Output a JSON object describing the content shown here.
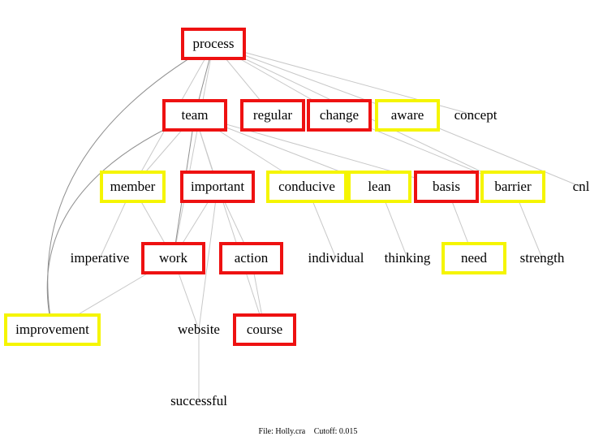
{
  "diagram": {
    "nodes": [
      {
        "id": "process",
        "label": "process",
        "color": "red"
      },
      {
        "id": "team",
        "label": "team",
        "color": "red"
      },
      {
        "id": "regular",
        "label": "regular",
        "color": "red"
      },
      {
        "id": "change",
        "label": "change",
        "color": "red"
      },
      {
        "id": "aware",
        "label": "aware",
        "color": "yellow"
      },
      {
        "id": "concept",
        "label": "concept",
        "color": "none"
      },
      {
        "id": "member",
        "label": "member",
        "color": "yellow"
      },
      {
        "id": "important",
        "label": "important",
        "color": "red"
      },
      {
        "id": "conducive",
        "label": "conducive",
        "color": "yellow"
      },
      {
        "id": "lean",
        "label": "lean",
        "color": "yellow"
      },
      {
        "id": "basis",
        "label": "basis",
        "color": "red"
      },
      {
        "id": "barrier",
        "label": "barrier",
        "color": "yellow"
      },
      {
        "id": "cnl",
        "label": "cnl",
        "color": "none"
      },
      {
        "id": "imperative",
        "label": "imperative",
        "color": "none"
      },
      {
        "id": "work",
        "label": "work",
        "color": "red"
      },
      {
        "id": "action",
        "label": "action",
        "color": "red"
      },
      {
        "id": "individual",
        "label": "individual",
        "color": "none"
      },
      {
        "id": "thinking",
        "label": "thinking",
        "color": "none"
      },
      {
        "id": "need",
        "label": "need",
        "color": "yellow"
      },
      {
        "id": "strength",
        "label": "strength",
        "color": "none"
      },
      {
        "id": "improvement",
        "label": "improvement",
        "color": "yellow"
      },
      {
        "id": "website",
        "label": "website",
        "color": "none"
      },
      {
        "id": "course",
        "label": "course",
        "color": "red"
      },
      {
        "id": "successful",
        "label": "successful",
        "color": "none"
      }
    ],
    "edges": [
      [
        "process",
        "team"
      ],
      [
        "process",
        "regular"
      ],
      [
        "process",
        "change"
      ],
      [
        "process",
        "aware"
      ],
      [
        "process",
        "concept"
      ],
      [
        "process",
        "work"
      ],
      [
        "process",
        "improvement"
      ],
      [
        "process",
        "member"
      ],
      [
        "process",
        "barrier"
      ],
      [
        "team",
        "important"
      ],
      [
        "team",
        "conducive"
      ],
      [
        "team",
        "lean"
      ],
      [
        "team",
        "basis"
      ],
      [
        "team",
        "work"
      ],
      [
        "team",
        "improvement"
      ],
      [
        "team",
        "course"
      ],
      [
        "team",
        "member"
      ],
      [
        "change",
        "barrier"
      ],
      [
        "aware",
        "cnl"
      ],
      [
        "member",
        "imperative"
      ],
      [
        "member",
        "work"
      ],
      [
        "important",
        "work"
      ],
      [
        "important",
        "action"
      ],
      [
        "important",
        "website"
      ],
      [
        "conducive",
        "individual"
      ],
      [
        "lean",
        "thinking"
      ],
      [
        "basis",
        "need"
      ],
      [
        "barrier",
        "strength"
      ],
      [
        "work",
        "website"
      ],
      [
        "work",
        "improvement"
      ],
      [
        "action",
        "course"
      ],
      [
        "website",
        "successful"
      ]
    ],
    "colors": {
      "red": "#ee1111",
      "yellow": "#f5f500",
      "edge": "#c8c8c8",
      "edge_dark": "#909090"
    }
  },
  "footer": {
    "file": "File: Holly.cra",
    "cutoff": "Cutoff: 0.015"
  }
}
